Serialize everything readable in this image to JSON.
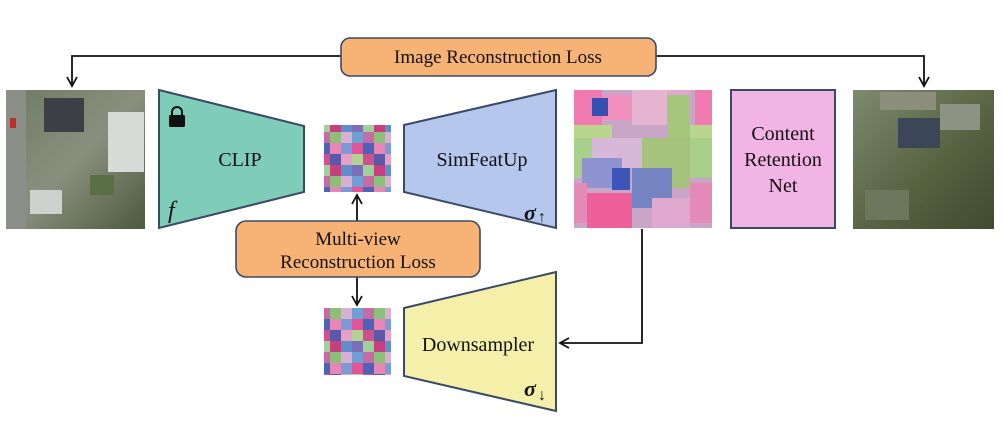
{
  "losses": {
    "image_reconstruction": "Image Reconstruction Loss",
    "multiview_line1": "Multi-view",
    "multiview_line2": "Reconstruction Loss"
  },
  "encoder": {
    "name": "CLIP",
    "symbol": "f",
    "lock_icon": "lock-icon"
  },
  "upsampler": {
    "name": "SimFeatUp",
    "symbol": "σ",
    "arrow": "↑"
  },
  "downsampler": {
    "name": "Downsampler",
    "symbol": "σ",
    "arrow": "↓"
  },
  "content_net": {
    "line1": "Content",
    "line2": "Retention",
    "line3": "Net"
  },
  "colors": {
    "loss_box": "#F6B375",
    "clip": "#7FCDB9",
    "simfeatup": "#B5C7EC",
    "downsampler": "#F4EFA9",
    "content_net": "#F2B3E5",
    "stroke": "#3A4A66"
  }
}
